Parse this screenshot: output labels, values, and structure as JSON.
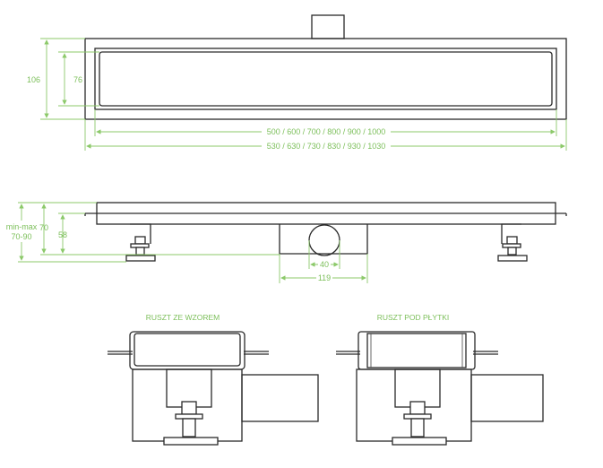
{
  "top_view": {
    "height_outer": "106",
    "height_inner": "76",
    "length_inner": "500 / 600 / 700 / 800 / 900 / 1000",
    "length_outer": "530 / 630 / 730 / 830 / 930 / 1030"
  },
  "side_view": {
    "minmax_label": "min-max",
    "minmax_value": "70-90",
    "height_70": "70",
    "height_58": "58",
    "outlet_diameter": "40",
    "outlet_width": "119"
  },
  "sections": {
    "left_title": "RUSZT ZE WZOREM",
    "right_title": "RUSZT POD PŁYTKI"
  },
  "colors": {
    "dimension": "#8cc96a",
    "line": "#2a2a2a"
  }
}
